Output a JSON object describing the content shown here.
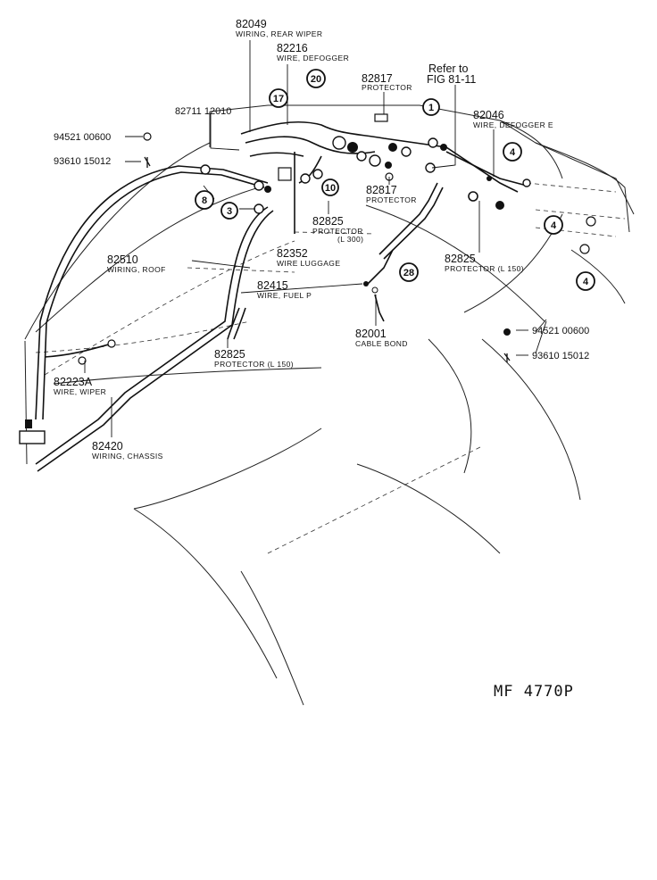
{
  "parts": {
    "p82049": {
      "number": "82049",
      "desc": "WIRING, REAR WIPER"
    },
    "p82216": {
      "number": "82216",
      "desc": "WIRE, DEFOGGER"
    },
    "p82817a": {
      "number": "82817",
      "desc": "PROTECTOR"
    },
    "refer": {
      "line1": "Refer to",
      "line2": "FIG  81-11"
    },
    "p82711": {
      "number": "82711 12010"
    },
    "p94521a": {
      "number": "94521 00600"
    },
    "p93610a": {
      "number": "93610 15012"
    },
    "p82046": {
      "number": "82046",
      "desc": "WIRE, DEFOGGER E"
    },
    "p82817b": {
      "number": "82817",
      "desc": "PROTECTOR"
    },
    "p82825a": {
      "number": "82825",
      "desc": "PROTECTOR",
      "sub": "(L 300)"
    },
    "p82352": {
      "number": "82352",
      "desc": "WIRE  LUGGAGE"
    },
    "p82825b": {
      "number": "82825",
      "desc": "PROTECTOR (L 150)"
    },
    "p82510": {
      "number": "82510",
      "desc": "WIRING, ROOF"
    },
    "p82415": {
      "number": "82415",
      "desc": "WIRE, FUEL P"
    },
    "p82001": {
      "number": "82001",
      "desc": "CABLE  BOND"
    },
    "p94521b": {
      "number": "94521 00600"
    },
    "p93610b": {
      "number": "93610 15012"
    },
    "p82825c": {
      "number": "82825",
      "desc": "PROTECTOR (L 150)"
    },
    "p82223A": {
      "number": "82223A",
      "desc": "WIRE, WIPER"
    },
    "p82420": {
      "number": "82420",
      "desc": "WIRING, CHASSIS"
    }
  },
  "callouts": {
    "c17": "17",
    "c20": "20",
    "c1": "1",
    "c4a": "4",
    "c8": "8",
    "c3": "3",
    "c10": "10",
    "c28": "28",
    "c4b": "4",
    "c4c": "4"
  },
  "drawing_code": "MF 4770P"
}
